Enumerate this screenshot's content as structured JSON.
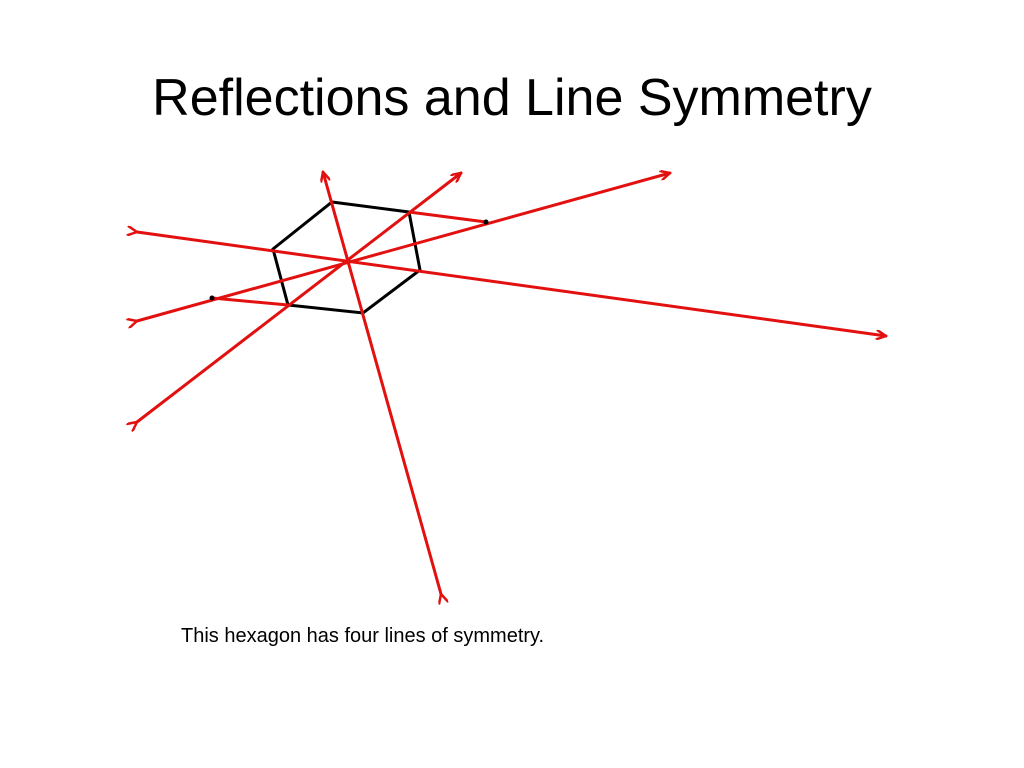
{
  "slide": {
    "title": "Reflections and Line Symmetry",
    "caption": "This hexagon has four lines of symmetry."
  },
  "diagram": {
    "hexagon_color": "#000000",
    "symmetry_line_color": "#e31010",
    "symmetry_line_count": 4
  }
}
